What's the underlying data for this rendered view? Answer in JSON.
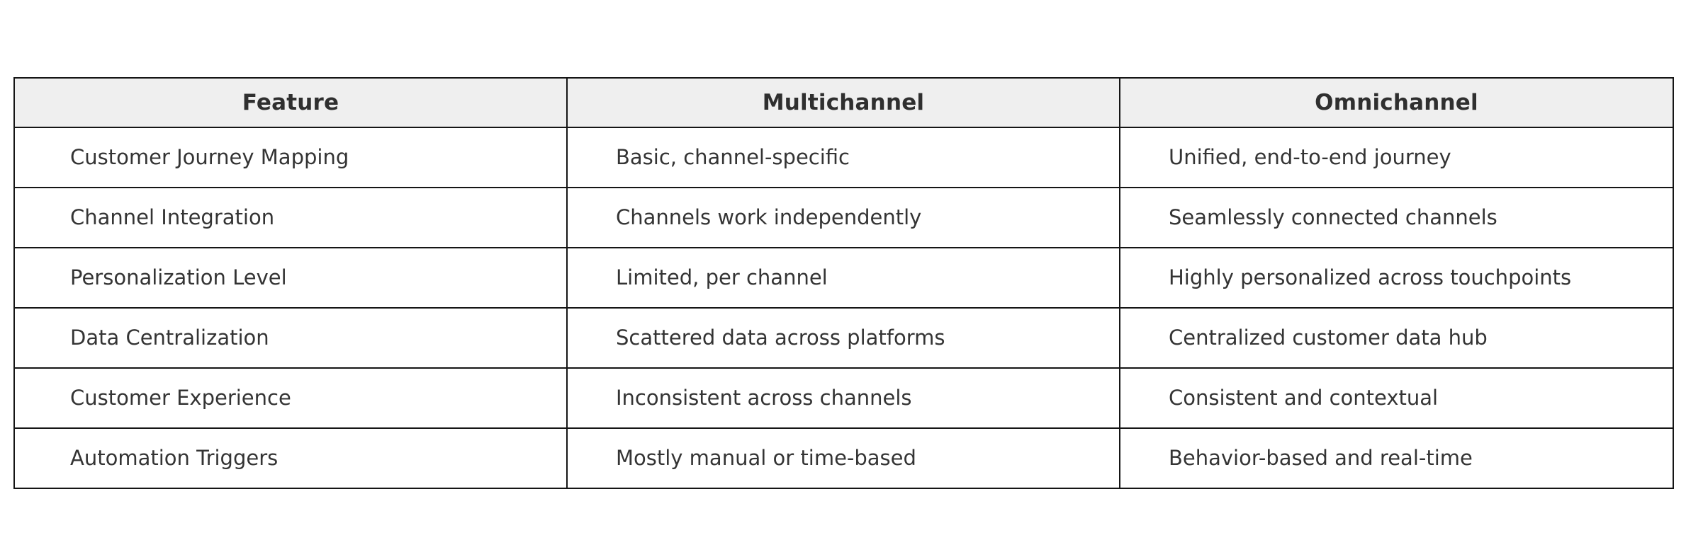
{
  "table": {
    "columns": [
      {
        "key": "feature",
        "label": "Feature"
      },
      {
        "key": "multichannel",
        "label": "Multichannel"
      },
      {
        "key": "omnichannel",
        "label": "Omnichannel"
      }
    ],
    "rows": [
      {
        "feature": "Customer Journey Mapping",
        "multichannel": "Basic, channel-specific",
        "omnichannel": "Unified, end-to-end journey"
      },
      {
        "feature": "Channel Integration",
        "multichannel": "Channels work independently",
        "omnichannel": "Seamlessly connected channels"
      },
      {
        "feature": "Personalization Level",
        "multichannel": "Limited, per channel",
        "omnichannel": "Highly personalized across touchpoints"
      },
      {
        "feature": "Data Centralization",
        "multichannel": "Scattered data across platforms",
        "omnichannel": "Centralized customer data hub"
      },
      {
        "feature": "Customer Experience",
        "multichannel": "Inconsistent across channels",
        "omnichannel": "Consistent and contextual"
      },
      {
        "feature": "Automation Triggers",
        "multichannel": "Mostly manual or time-based",
        "omnichannel": "Behavior-based and real-time"
      }
    ]
  },
  "style": {
    "header_background": "#efefef",
    "header_text_color": "#2f2f2f",
    "body_text_color": "#343434",
    "border_color": "#151515",
    "page_background": "#ffffff"
  }
}
